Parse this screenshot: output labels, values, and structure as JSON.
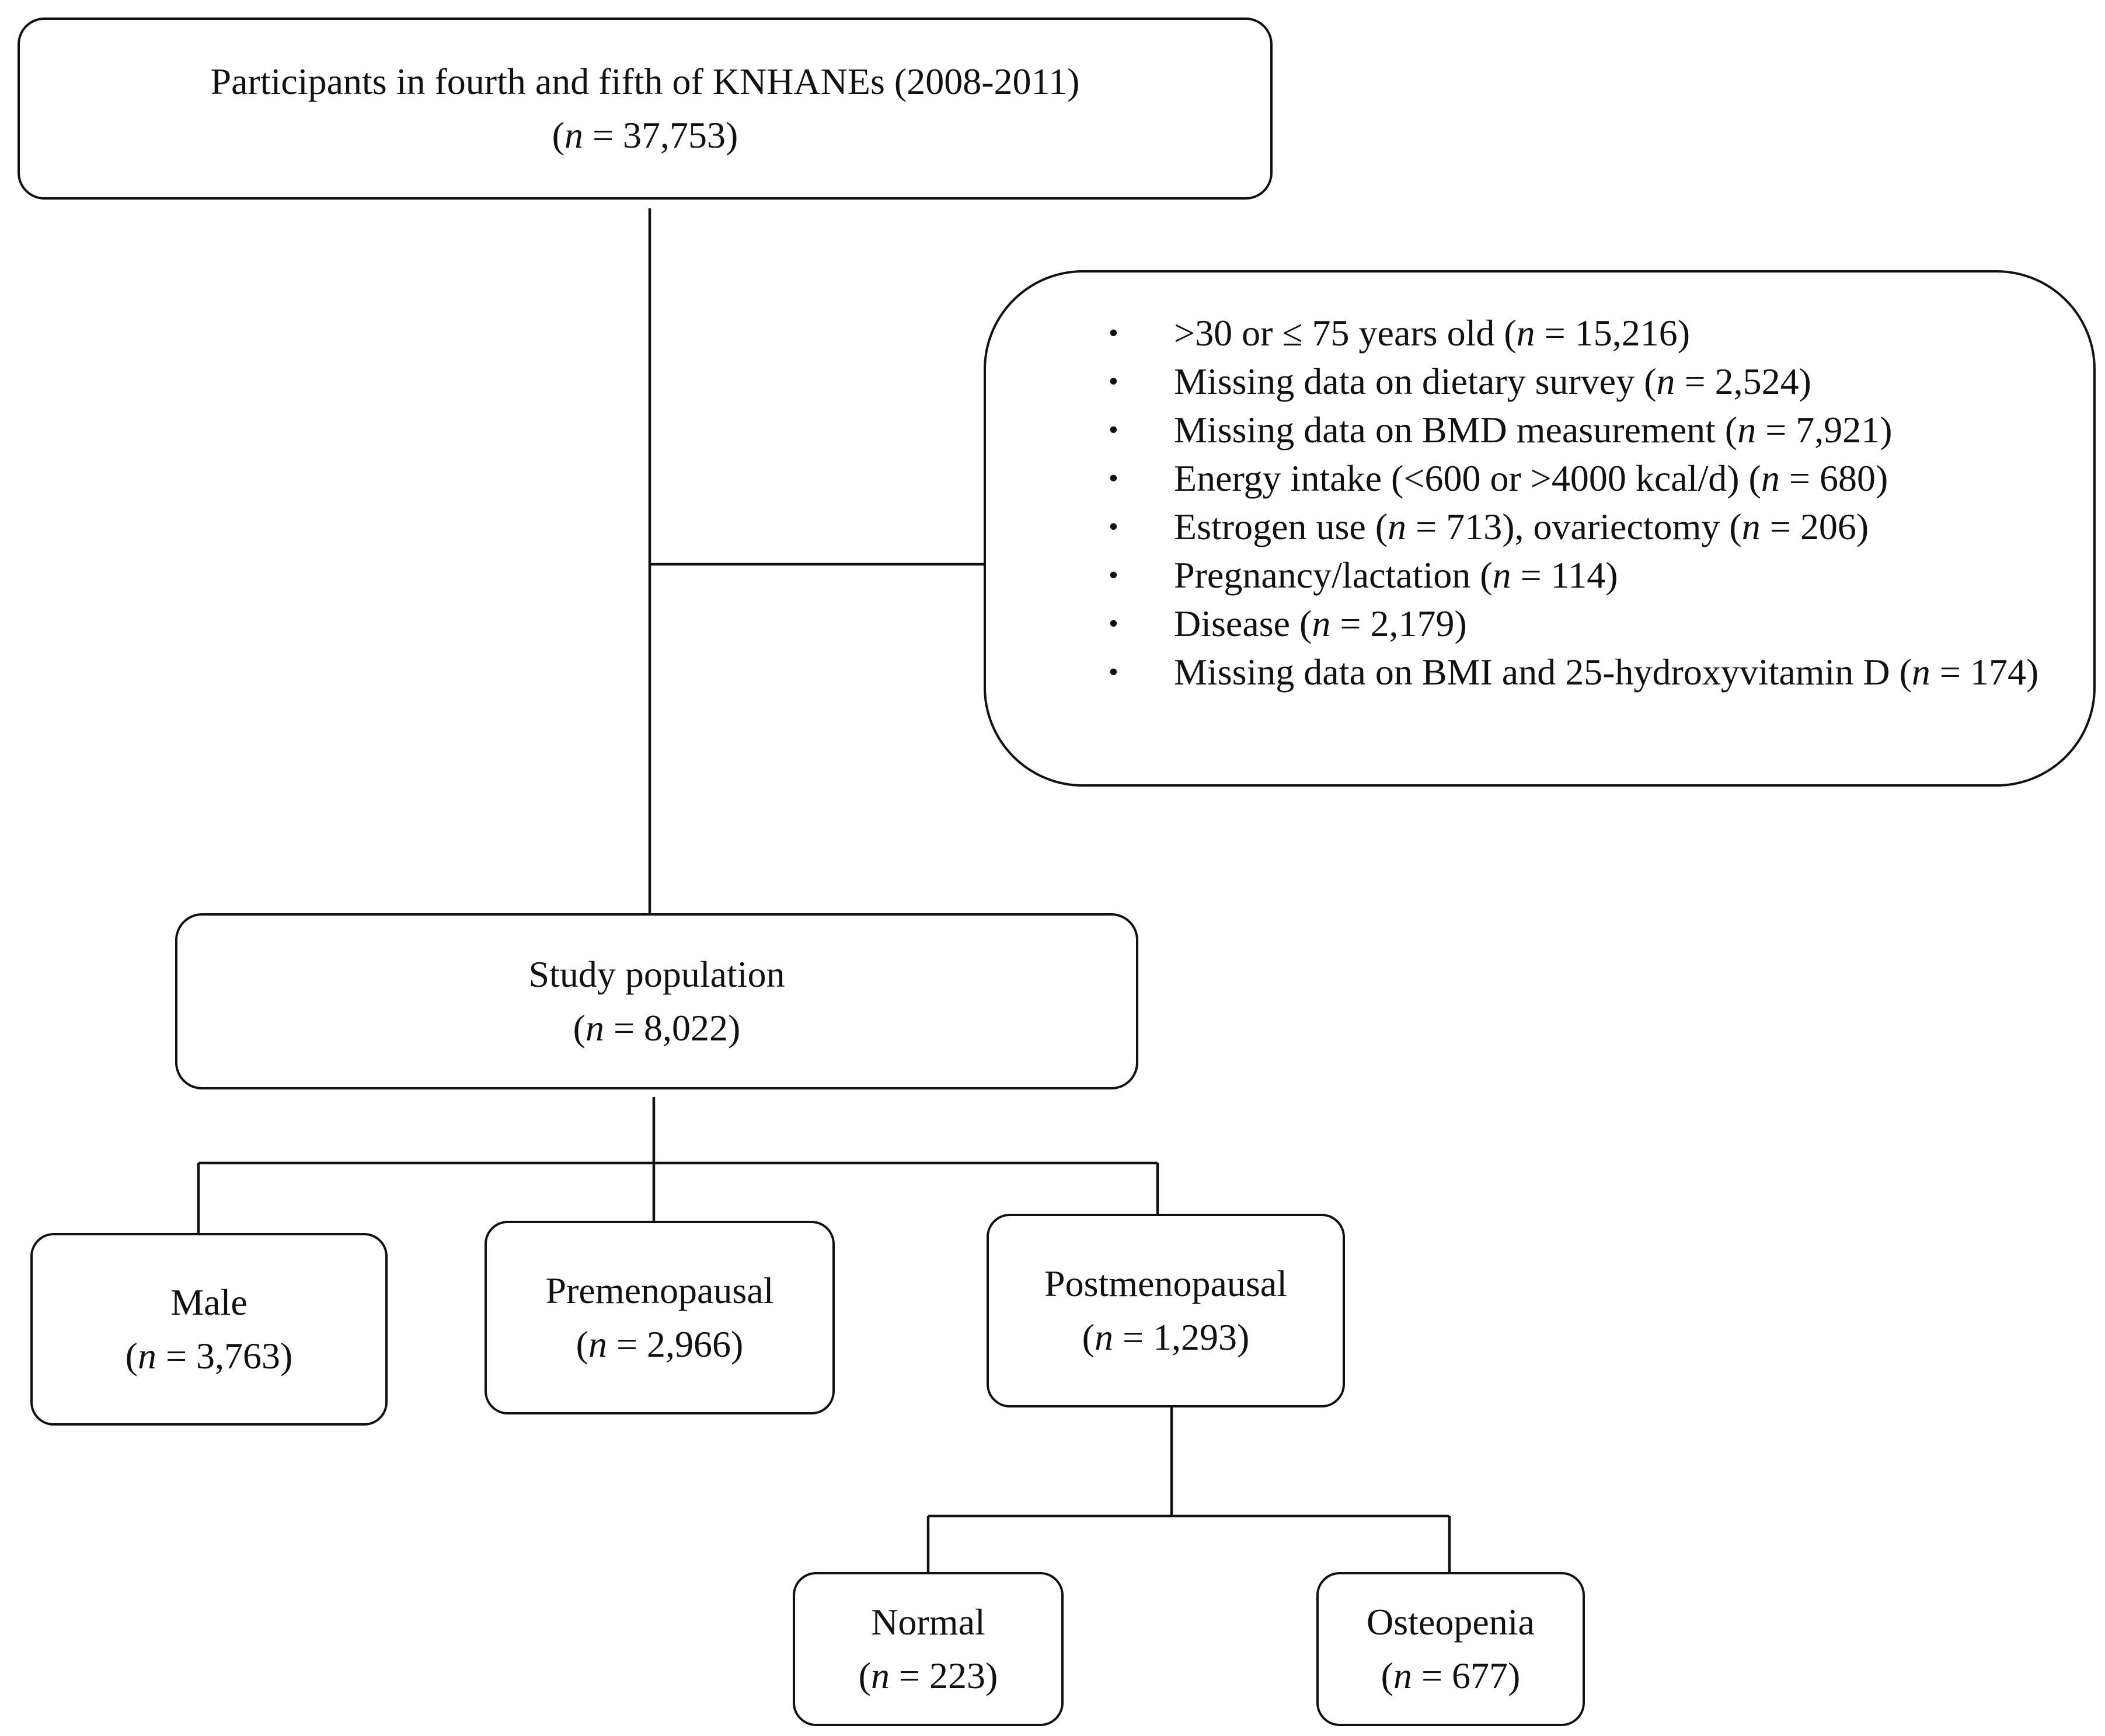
{
  "participants": {
    "label": "Participants in fourth and fifth of KNHANEs (2008-2011)",
    "count_prefix": "(",
    "count_n": "n",
    "count_rest": " = 37,753)"
  },
  "exclusions": [
    {
      "pre": ">30 or ≤ 75 years old (",
      "n": "n",
      "post": " = 15,216)"
    },
    {
      "pre": "Missing data on dietary survey (",
      "n": "n",
      "post": " = 2,524)"
    },
    {
      "pre": "Missing data on BMD measurement (",
      "n": "n",
      "post": " = 7,921)"
    },
    {
      "pre": "Energy intake (<600 or >4000 kcal/d) (",
      "n": "n",
      "post": " = 680)"
    },
    {
      "pre": "Estrogen use (",
      "n": "n",
      "post": " = 713), ovariectomy (",
      "n2": "n",
      "post2": " = 206)"
    },
    {
      "pre": "Pregnancy/lactation (",
      "n": "n",
      "post": " = 114)"
    },
    {
      "pre": "Disease (",
      "n": "n",
      "post": " = 2,179)"
    },
    {
      "pre": "Missing data on BMI and 25-hydroxyvitamin D (",
      "n": "n",
      "post": " = 174)"
    }
  ],
  "bullet_glyph": "•",
  "study": {
    "label": "Study population",
    "count_prefix": "(",
    "count_n": "n",
    "count_rest": " = 8,022)"
  },
  "male": {
    "label": "Male",
    "count_prefix": "(",
    "count_n": "n",
    "count_rest": " = 3,763)"
  },
  "premenopausal": {
    "label": "Premenopausal",
    "count_prefix": "(",
    "count_n": "n",
    "count_rest": " = 2,966)"
  },
  "postmenopausal": {
    "label": "Postmenopausal",
    "count_prefix": "(",
    "count_n": "n",
    "count_rest": " = 1,293)"
  },
  "normal": {
    "label": "Normal",
    "count_prefix": "(",
    "count_n": "n",
    "count_rest": " = 223)"
  },
  "osteopenia": {
    "label": "Osteopenia",
    "count_prefix": "(",
    "count_n": "n",
    "count_rest": " = 677)"
  }
}
